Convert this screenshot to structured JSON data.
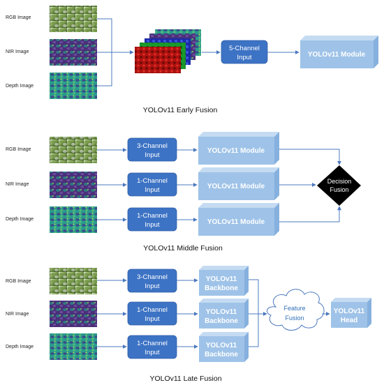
{
  "colors": {
    "input_box": "#3d73c4",
    "module_front": "#9fc3e8",
    "module_top": "#c4dbf2",
    "module_side": "#86b0de",
    "connector": "#4b78bf",
    "decision": "#000000"
  },
  "early": {
    "labels": [
      "RGB Image",
      "NIR Image",
      "Depth Image"
    ],
    "input_line1": "5-Channel",
    "input_line2": "Input",
    "module": "YOLOv11 Module",
    "caption": "YOLOv11 Early Fusion"
  },
  "middle": {
    "labels": [
      "RGB Image",
      "NIR Image",
      "Depth Image"
    ],
    "inputs": [
      {
        "line1": "3-Channel",
        "line2": "Input"
      },
      {
        "line1": "1-Channel",
        "line2": "Input"
      },
      {
        "line1": "1-Channel",
        "line2": "Input"
      }
    ],
    "modules": [
      "YOLOv11 Module",
      "YOLOv11 Module",
      "YOLOv11 Module"
    ],
    "decision_line1": "Decision",
    "decision_line2": "Fusion",
    "caption": "YOLOv11 Middle Fusion"
  },
  "late": {
    "labels": [
      "RGB Image",
      "NIR Image",
      "Depth Image"
    ],
    "inputs": [
      {
        "line1": "3-Channel",
        "line2": "Input"
      },
      {
        "line1": "1-Channel",
        "line2": "Input"
      },
      {
        "line1": "1-Channel",
        "line2": "Input"
      }
    ],
    "backbones": [
      {
        "line1": "YOLOv11",
        "line2": "Backbone"
      },
      {
        "line1": "YOLOv11",
        "line2": "Backbone"
      },
      {
        "line1": "YOLOv11",
        "line2": "Backbone"
      }
    ],
    "feature_line1": "Feature",
    "feature_line2": "Fusion",
    "head_line1": "YOLOv11",
    "head_line2": "Head",
    "caption": "YOLOv11 Late Fusion"
  }
}
